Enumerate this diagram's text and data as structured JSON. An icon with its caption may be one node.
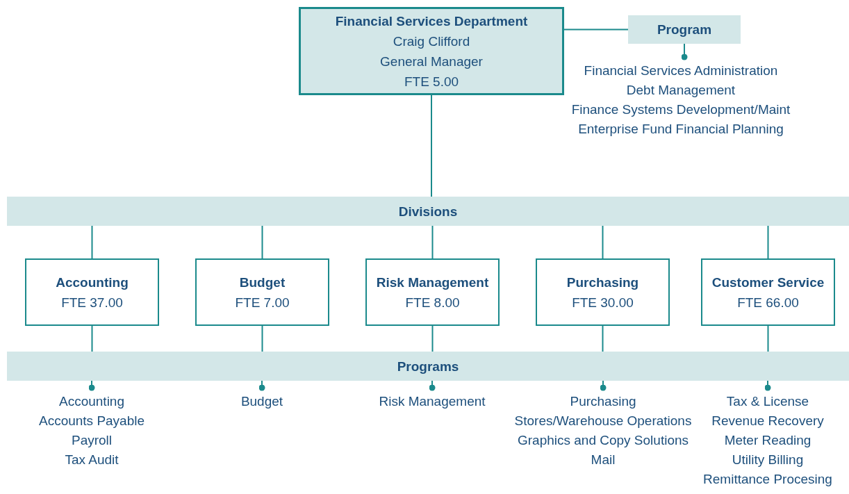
{
  "diagram": {
    "nodes": [
      {
        "text": [
          "Financial Services Department",
          "Craig Clifford",
          "General Manager",
          "FTE 5.00"
        ]
      },
      {
        "text": [
          "Program"
        ]
      },
      {
        "text": [
          "Financial Services Administration",
          "Debt Management",
          "Finance Systems Development/Maint",
          "Enterprise Fund Financial Planning"
        ]
      },
      {
        "text": [
          "Divisions"
        ]
      },
      {
        "text": [
          "Accounting",
          "FTE 37.00"
        ]
      },
      {
        "text": [
          "Budget",
          "FTE 7.00"
        ]
      },
      {
        "text": [
          "Risk Management",
          "FTE 8.00"
        ]
      },
      {
        "text": [
          "Purchasing",
          "FTE 30.00"
        ]
      },
      {
        "text": [
          "Customer Service",
          "FTE 66.00"
        ]
      },
      {
        "text": [
          "Programs"
        ]
      },
      {
        "text": [
          "Accounting",
          "Accounts Payable",
          "Payroll",
          "Tax Audit"
        ]
      },
      {
        "text": [
          "Budget"
        ]
      },
      {
        "text": [
          "Risk Management"
        ]
      },
      {
        "text": [
          "Purchasing",
          "Stores/Warehouse Operations",
          "Graphics and Copy Solutions",
          "Mail"
        ]
      },
      {
        "text": [
          "Tax & License",
          "Revenue Recovery",
          "Meter Reading",
          "Utility Billing",
          "Remittance Procesing"
        ]
      }
    ],
    "edges": [
      {
        "from": 0,
        "to": 1,
        "arrow": "none"
      },
      {
        "from": 1,
        "to": 2,
        "arrow": "other"
      },
      {
        "from": 0,
        "to": 3,
        "arrow": "none"
      },
      {
        "from": 3,
        "to": 4,
        "arrow": "none"
      },
      {
        "from": 3,
        "to": 5,
        "arrow": "none"
      },
      {
        "from": 3,
        "to": 6,
        "arrow": "none"
      },
      {
        "from": 3,
        "to": 7,
        "arrow": "none"
      },
      {
        "from": 3,
        "to": 8,
        "arrow": "none"
      },
      {
        "from": 4,
        "to": 9,
        "arrow": "none"
      },
      {
        "from": 5,
        "to": 9,
        "arrow": "none"
      },
      {
        "from": 6,
        "to": 9,
        "arrow": "none"
      },
      {
        "from": 7,
        "to": 9,
        "arrow": "none"
      },
      {
        "from": 8,
        "to": 9,
        "arrow": "none"
      },
      {
        "from": 9,
        "to": 10,
        "arrow": "other"
      },
      {
        "from": 9,
        "to": 11,
        "arrow": "other"
      },
      {
        "from": 9,
        "to": 12,
        "arrow": "other"
      },
      {
        "from": 9,
        "to": 13,
        "arrow": "other"
      },
      {
        "from": 9,
        "to": 14,
        "arrow": "other"
      }
    ]
  }
}
